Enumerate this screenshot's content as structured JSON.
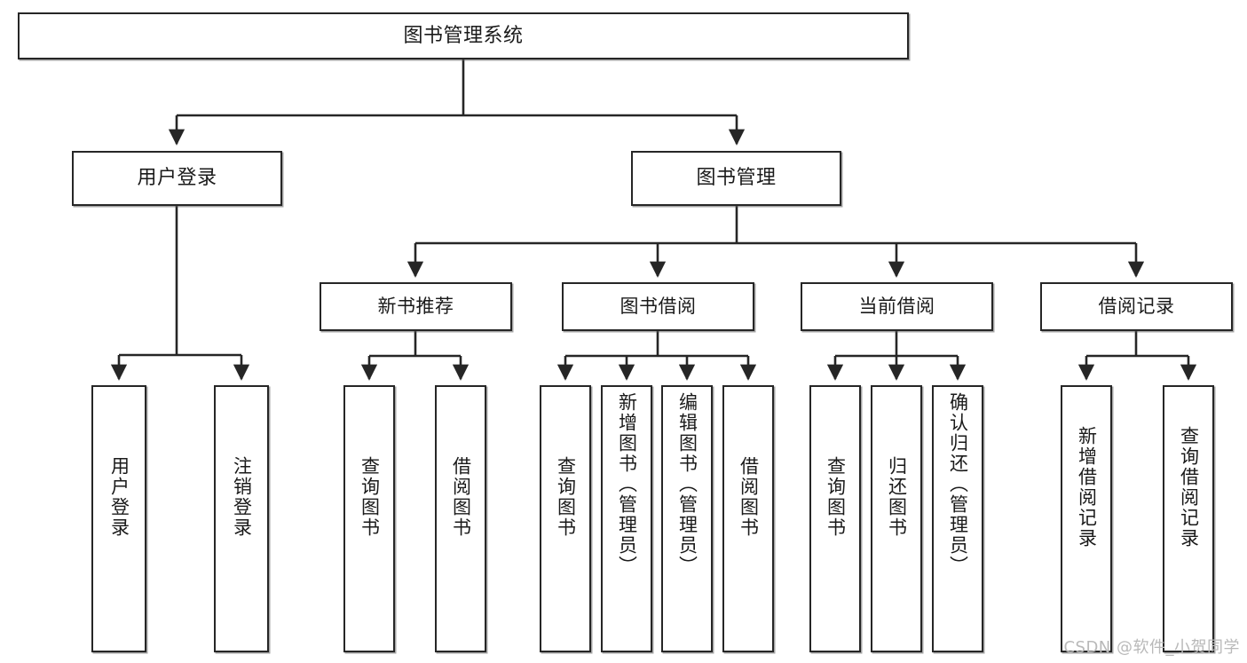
{
  "diagram": {
    "title": "图书管理系统",
    "watermark": "CSDN @软件_小贺同学",
    "stroke_color": "#262626",
    "fill_color": "#ffffff",
    "text_color": "#1a1a1a",
    "watermark_color": "#b9b9b9"
  },
  "nodes": {
    "root": {
      "label": "图书管理系统"
    },
    "level2": [
      {
        "label": "用户登录"
      },
      {
        "label": "图书管理"
      }
    ],
    "level3": [
      {
        "label": "新书推荐"
      },
      {
        "label": "图书借阅"
      },
      {
        "label": "当前借阅"
      },
      {
        "label": "借阅记录"
      }
    ],
    "leaves": {
      "user_login": [
        {
          "label": "用户登录"
        },
        {
          "label": "注销登录"
        }
      ],
      "new_book_recommend": [
        {
          "label": "查询图书"
        },
        {
          "label": "借阅图书"
        }
      ],
      "book_borrow": [
        {
          "label": "查询图书"
        },
        {
          "label": "新增图书（管理员）"
        },
        {
          "label": "编辑图书（管理员）"
        },
        {
          "label": "借阅图书"
        }
      ],
      "current_borrow": [
        {
          "label": "查询图书"
        },
        {
          "label": "归还图书"
        },
        {
          "label": "确认归还（管理员）"
        }
      ],
      "borrow_record": [
        {
          "label": "新增借阅记录"
        },
        {
          "label": "查询借阅记录"
        }
      ]
    }
  }
}
